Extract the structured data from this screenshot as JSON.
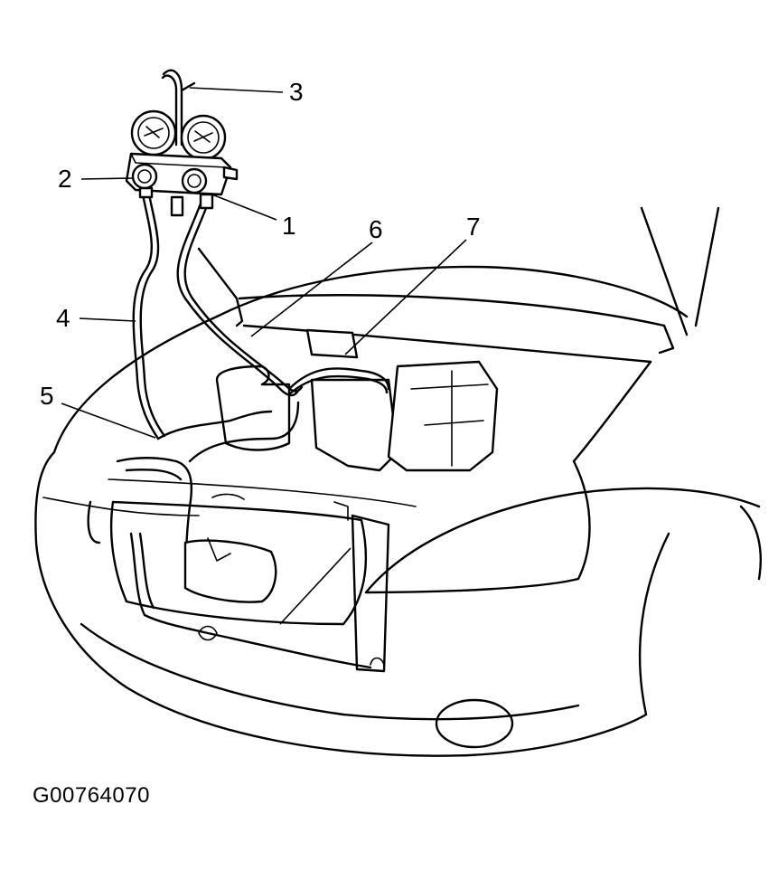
{
  "figure_id": "G00764070",
  "callouts": [
    {
      "id": "1",
      "text": "1"
    },
    {
      "id": "2",
      "text": "2"
    },
    {
      "id": "3",
      "text": "3"
    },
    {
      "id": "4",
      "text": "4"
    },
    {
      "id": "5",
      "text": "5"
    },
    {
      "id": "6",
      "text": "6"
    },
    {
      "id": "7",
      "text": "7"
    }
  ]
}
